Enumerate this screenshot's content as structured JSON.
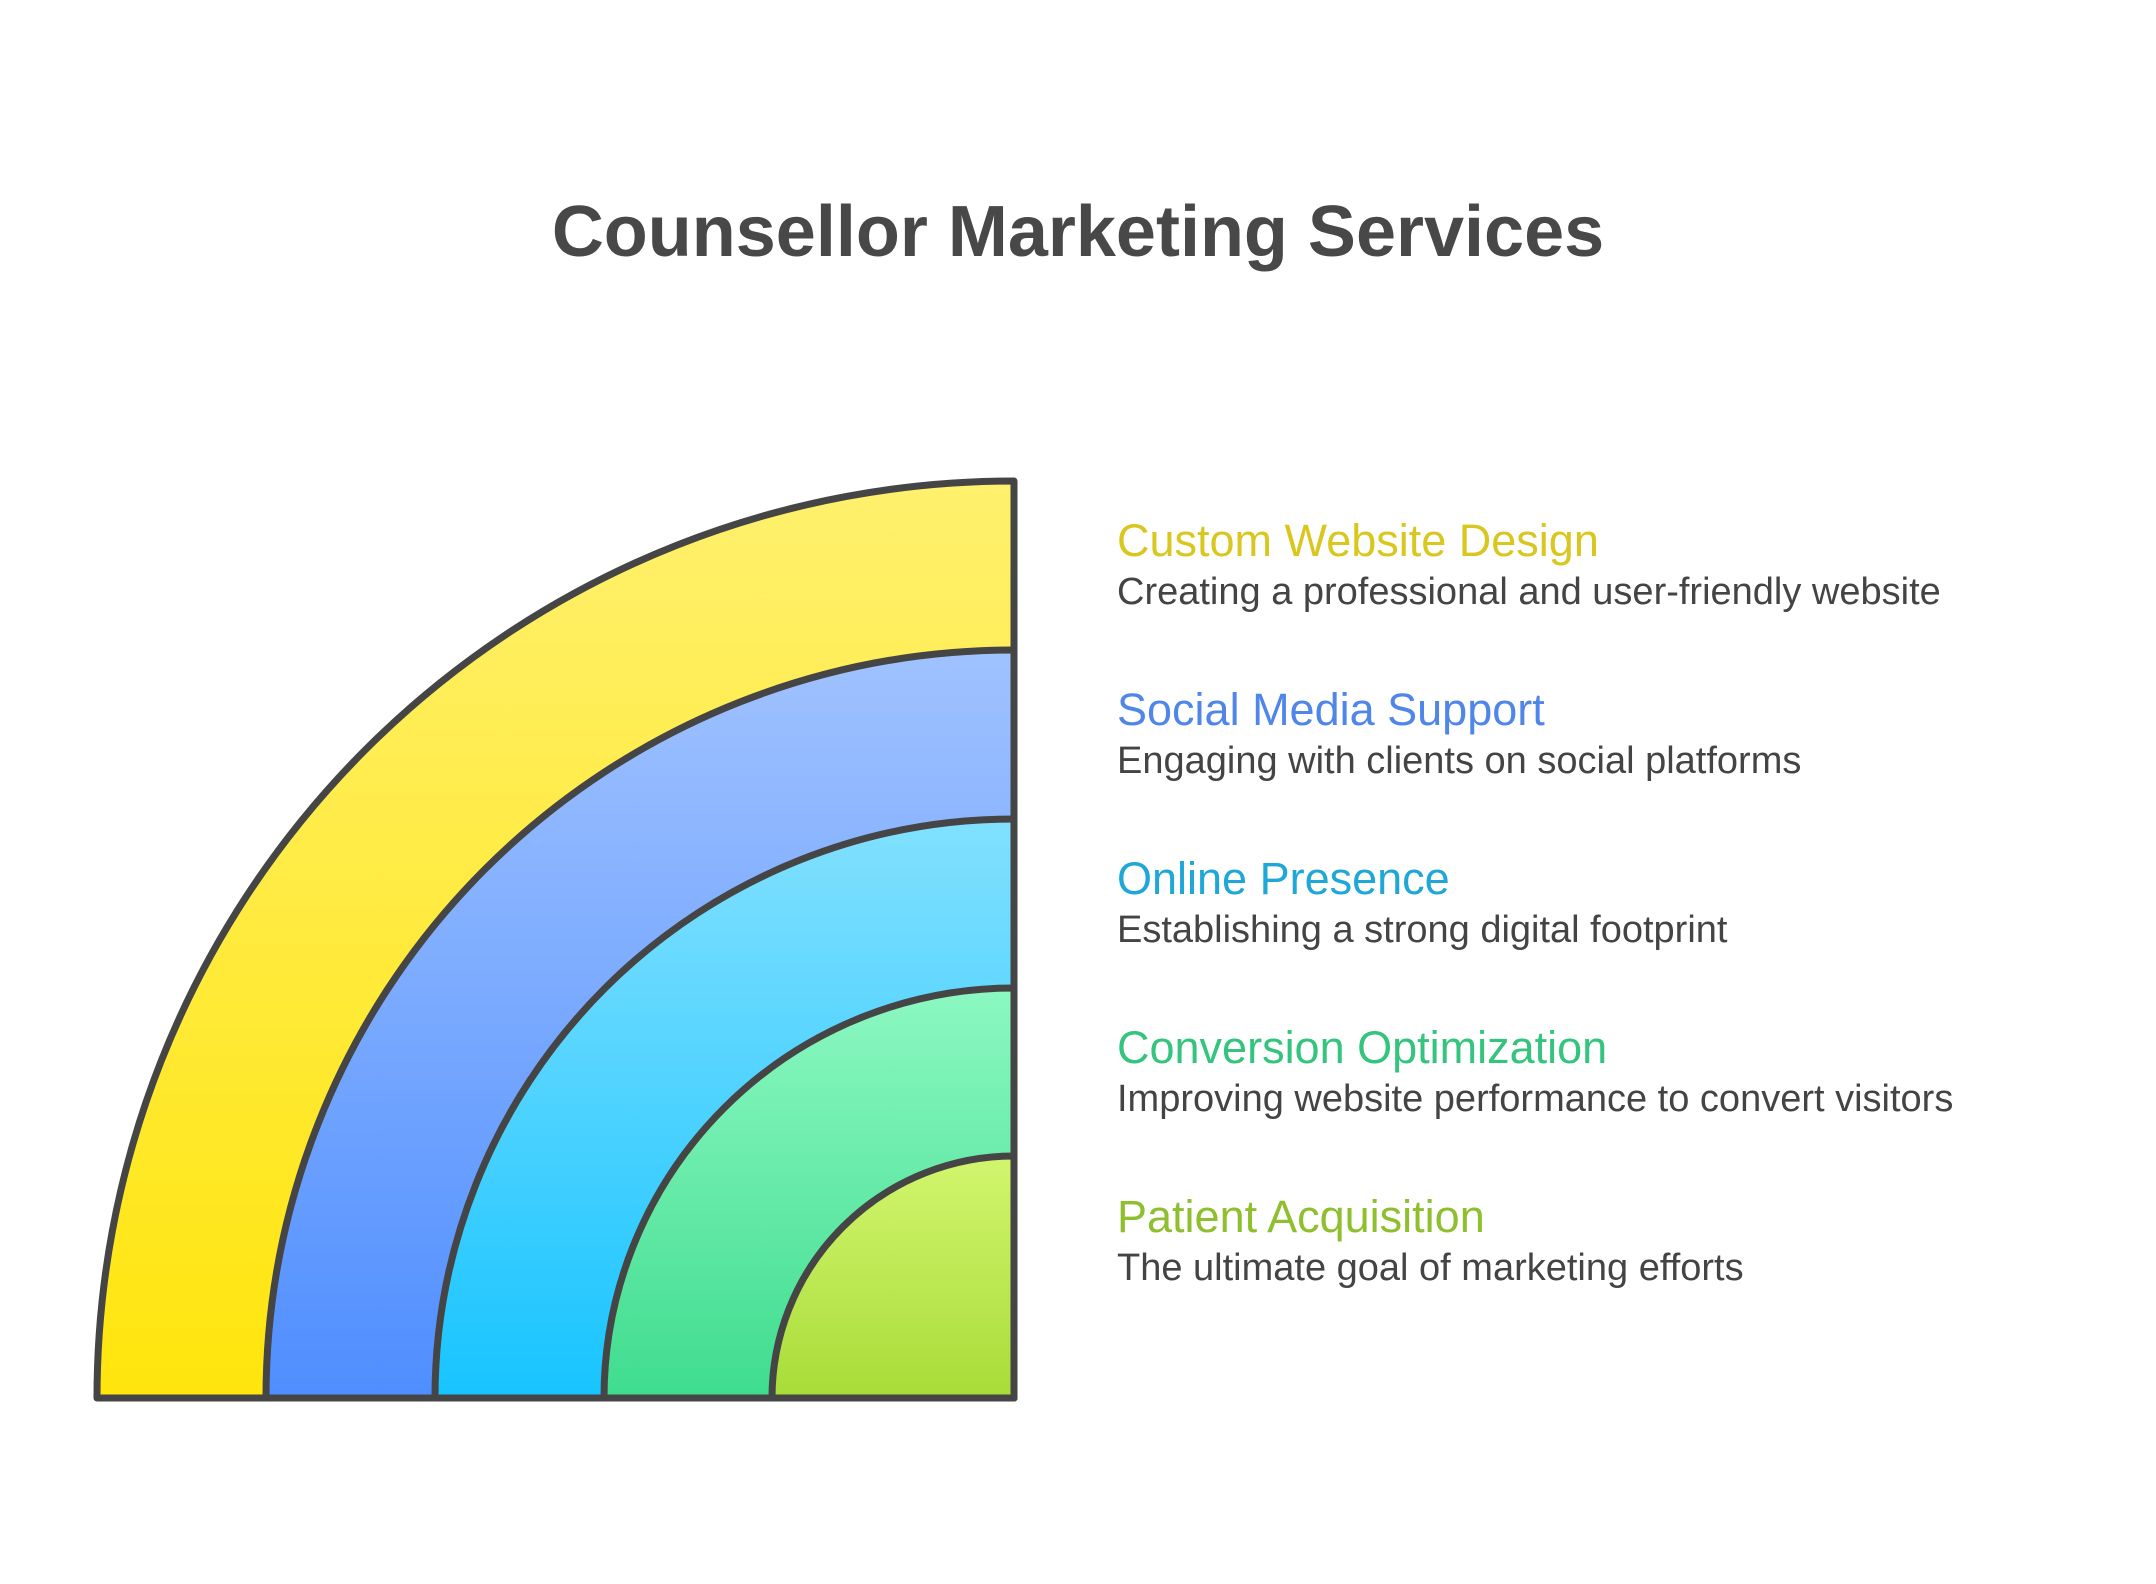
{
  "title": "Counsellor Marketing Services",
  "items": [
    {
      "title": "Custom Website Design",
      "description": "Creating a professional and user-friendly website",
      "color": "#D9C720",
      "fill_top": "#FFF06E",
      "fill_bottom": "#FFE50C"
    },
    {
      "title": "Social Media Support",
      "description": "Engaging with clients on social platforms",
      "color": "#4F86E8",
      "fill_top": "#A0C2FF",
      "fill_bottom": "#4F8EFF"
    },
    {
      "title": "Online Presence",
      "description": "Establishing a strong digital footprint",
      "color": "#1FA7D8",
      "fill_top": "#82E0FF",
      "fill_bottom": "#17C4FF"
    },
    {
      "title": "Conversion Optimization",
      "description": "Improving website performance to convert visitors",
      "color": "#35C47E",
      "fill_top": "#8CF8C2",
      "fill_bottom": "#3FDC8E"
    },
    {
      "title": "Patient Acquisition",
      "description": "The ultimate goal of marketing efforts",
      "color": "#8FBF2E",
      "fill_top": "#D2F56E",
      "fill_bottom": "#A8DC38"
    }
  ],
  "stroke_color": "#454545"
}
